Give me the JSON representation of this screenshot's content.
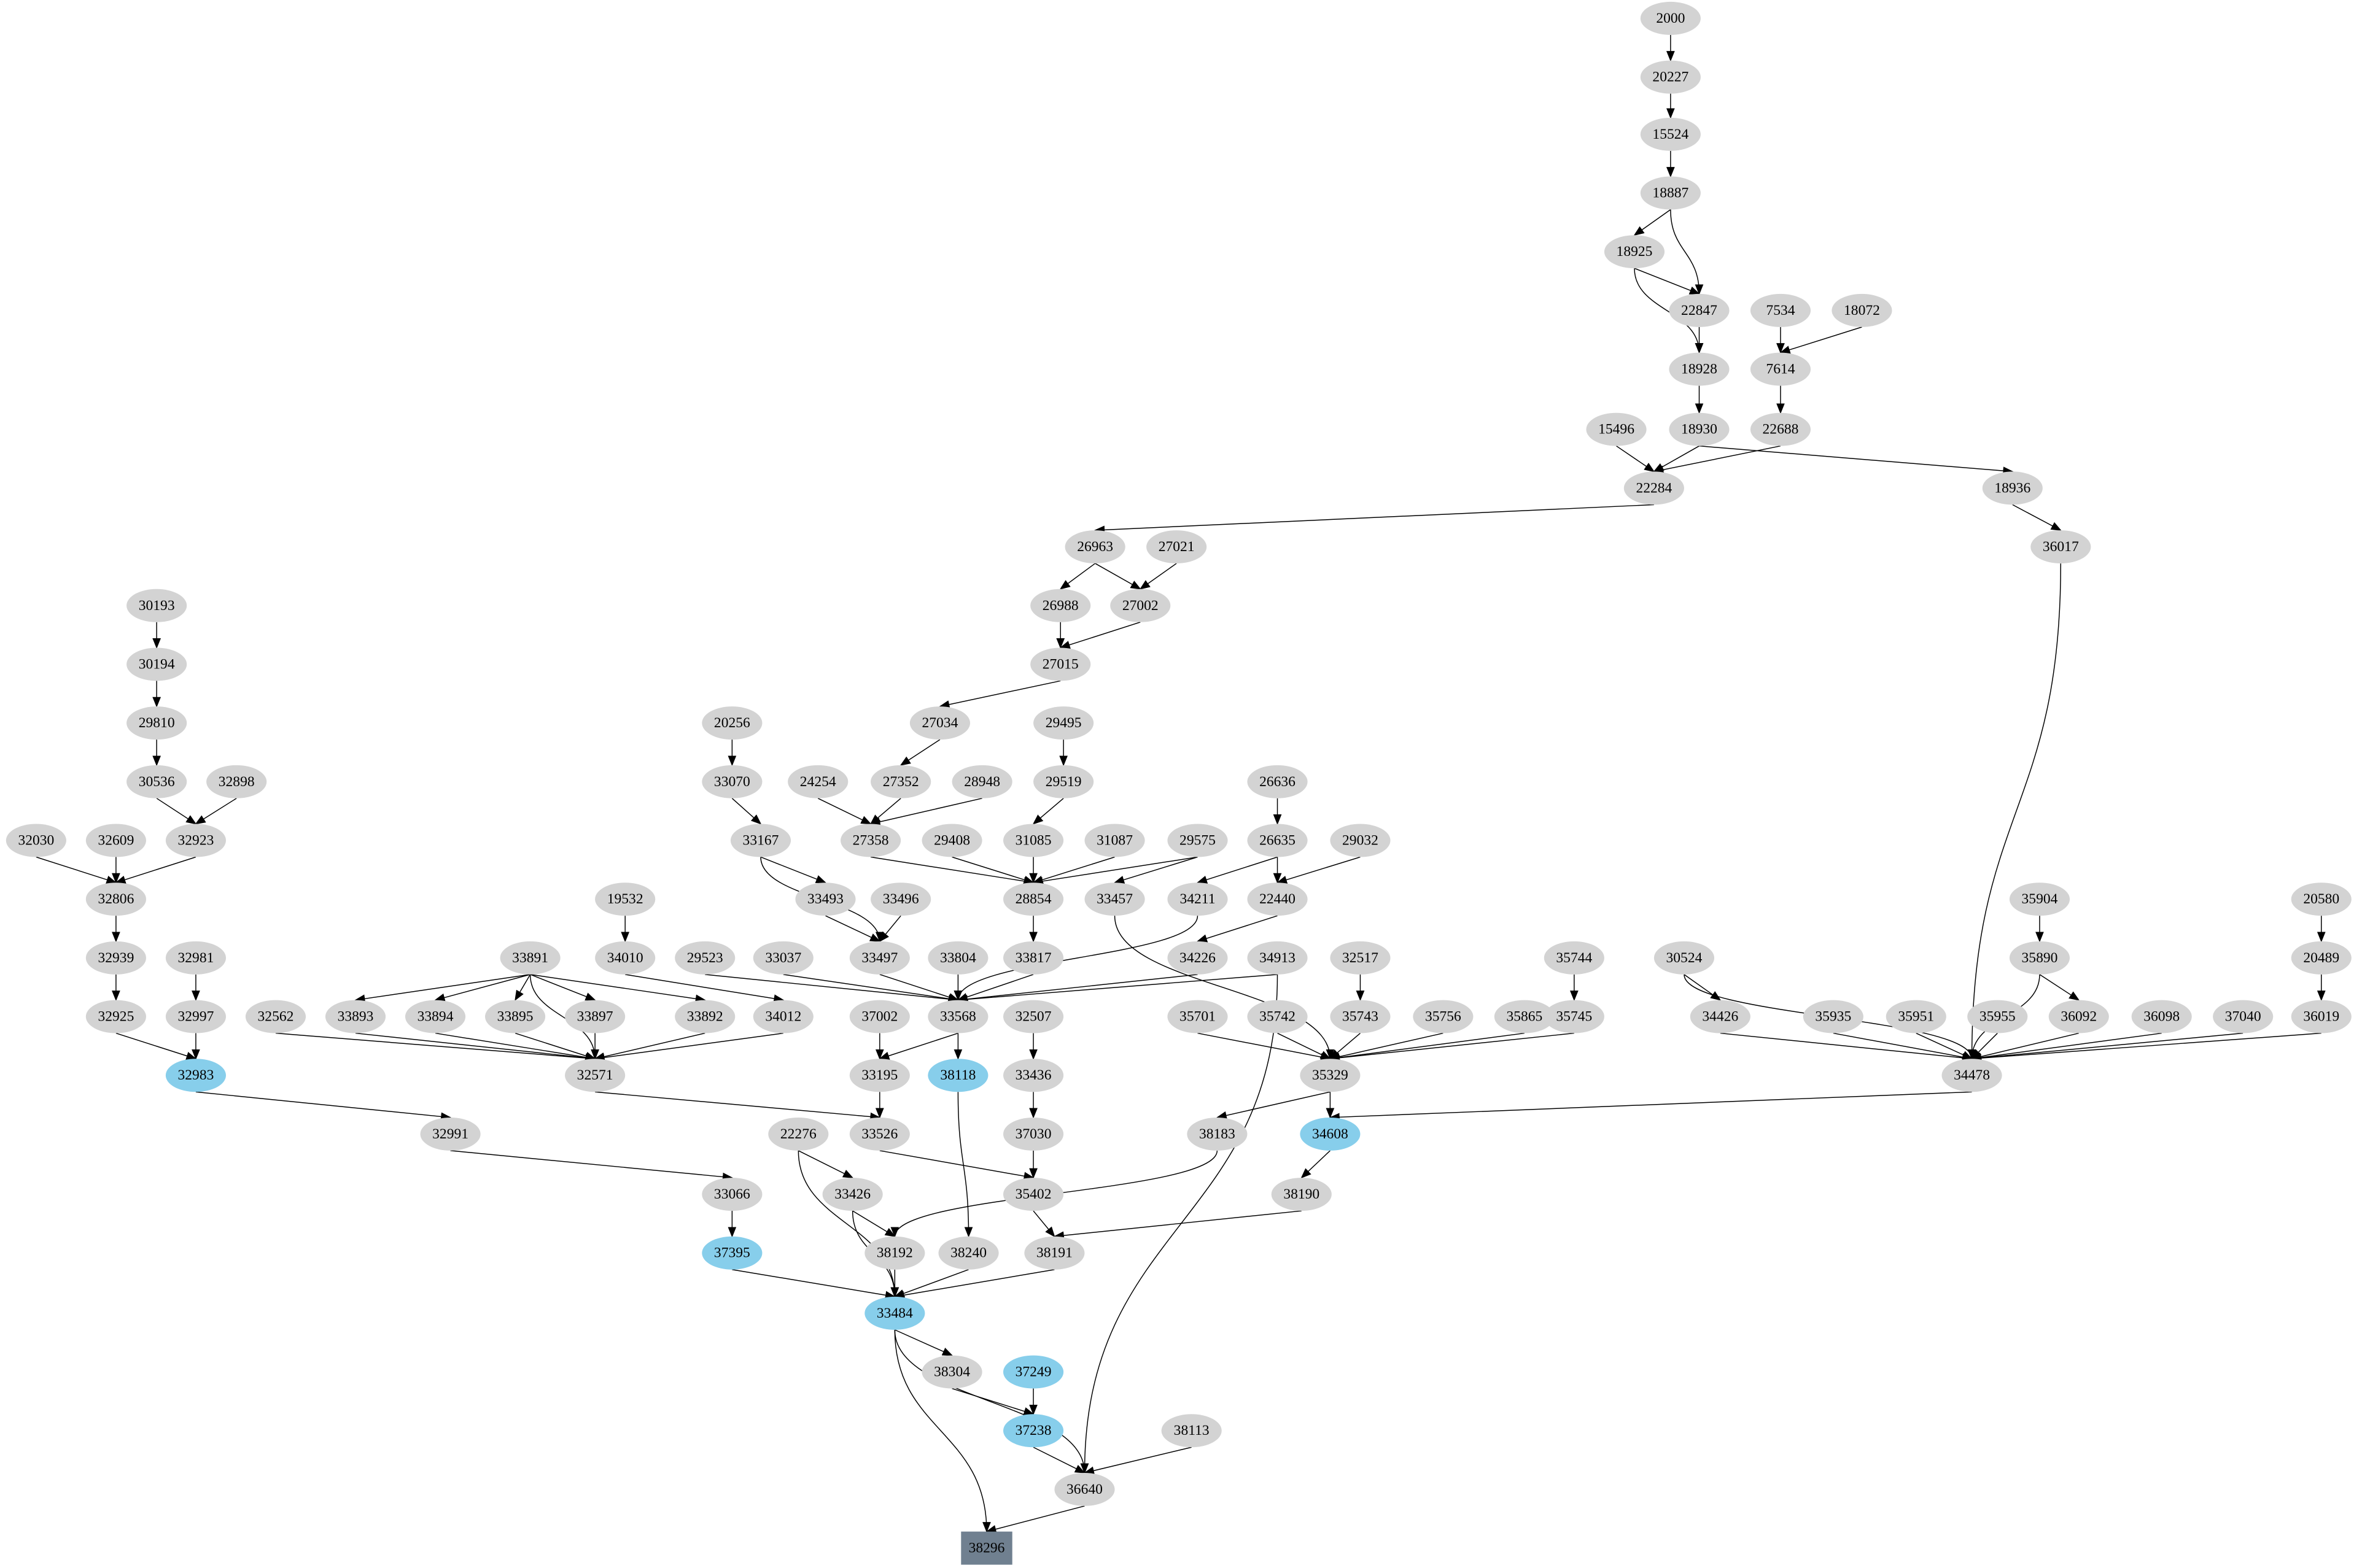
{
  "colors": {
    "default": "#d3d3d3",
    "highlight": "#87ceeb",
    "target": "#708090",
    "edge": "#000000"
  },
  "nodes": [
    {
      "label": "2000"
    },
    {
      "label": "20227"
    },
    {
      "label": "15524"
    },
    {
      "label": "18887"
    },
    {
      "label": "18925"
    },
    {
      "label": "22847"
    },
    {
      "label": "7534"
    },
    {
      "label": "18072"
    },
    {
      "label": "18928"
    },
    {
      "label": "7614"
    },
    {
      "label": "15496"
    },
    {
      "label": "18930"
    },
    {
      "label": "22688"
    },
    {
      "label": "22284"
    },
    {
      "label": "18936"
    },
    {
      "label": "26963"
    },
    {
      "label": "27021"
    },
    {
      "label": "36017"
    },
    {
      "label": "26988"
    },
    {
      "label": "27002"
    },
    {
      "label": "30193"
    },
    {
      "label": "30194"
    },
    {
      "label": "27015"
    },
    {
      "label": "29810"
    },
    {
      "label": "27034"
    },
    {
      "label": "20256"
    },
    {
      "label": "29495"
    },
    {
      "label": "30536"
    },
    {
      "label": "32898"
    },
    {
      "label": "33070"
    },
    {
      "label": "24254"
    },
    {
      "label": "27352"
    },
    {
      "label": "28948"
    },
    {
      "label": "29519"
    },
    {
      "label": "26636"
    },
    {
      "label": "32030"
    },
    {
      "label": "32609"
    },
    {
      "label": "32923"
    },
    {
      "label": "33167"
    },
    {
      "label": "27358"
    },
    {
      "label": "29408"
    },
    {
      "label": "31085"
    },
    {
      "label": "31087"
    },
    {
      "label": "29575"
    },
    {
      "label": "26635"
    },
    {
      "label": "29032"
    },
    {
      "label": "32806"
    },
    {
      "label": "19532"
    },
    {
      "label": "33493"
    },
    {
      "label": "33496"
    },
    {
      "label": "28854"
    },
    {
      "label": "33457"
    },
    {
      "label": "34211"
    },
    {
      "label": "22440"
    },
    {
      "label": "35904"
    },
    {
      "label": "20580"
    },
    {
      "label": "32939"
    },
    {
      "label": "32981"
    },
    {
      "label": "33891"
    },
    {
      "label": "34010"
    },
    {
      "label": "29523"
    },
    {
      "label": "33037"
    },
    {
      "label": "33497"
    },
    {
      "label": "33804"
    },
    {
      "label": "33817"
    },
    {
      "label": "34226"
    },
    {
      "label": "34913"
    },
    {
      "label": "32517"
    },
    {
      "label": "35744"
    },
    {
      "label": "30524"
    },
    {
      "label": "35890"
    },
    {
      "label": "20489"
    },
    {
      "label": "32925"
    },
    {
      "label": "32997"
    },
    {
      "label": "32562"
    },
    {
      "label": "33893"
    },
    {
      "label": "33894"
    },
    {
      "label": "33895"
    },
    {
      "label": "33897"
    },
    {
      "label": "33892"
    },
    {
      "label": "34012"
    },
    {
      "label": "33568"
    },
    {
      "label": "37002"
    },
    {
      "label": "32507"
    },
    {
      "label": "35701"
    },
    {
      "label": "35742"
    },
    {
      "label": "35743"
    },
    {
      "label": "35756"
    },
    {
      "label": "35865"
    },
    {
      "label": "35745"
    },
    {
      "label": "34426"
    },
    {
      "label": "35935"
    },
    {
      "label": "35951"
    },
    {
      "label": "35955"
    },
    {
      "label": "36092"
    },
    {
      "label": "36098"
    },
    {
      "label": "37040"
    },
    {
      "label": "36019"
    },
    {
      "label": "32983",
      "style": "highlight"
    },
    {
      "label": "32571"
    },
    {
      "label": "33195"
    },
    {
      "label": "38118",
      "style": "highlight"
    },
    {
      "label": "33436"
    },
    {
      "label": "35329"
    },
    {
      "label": "34478"
    },
    {
      "label": "32991"
    },
    {
      "label": "22276"
    },
    {
      "label": "33526"
    },
    {
      "label": "37030"
    },
    {
      "label": "38183"
    },
    {
      "label": "34608",
      "style": "highlight"
    },
    {
      "label": "33066"
    },
    {
      "label": "33426"
    },
    {
      "label": "35402"
    },
    {
      "label": "38190"
    },
    {
      "label": "37395",
      "style": "highlight"
    },
    {
      "label": "38192"
    },
    {
      "label": "38240"
    },
    {
      "label": "38191"
    },
    {
      "label": "33484",
      "style": "highlight"
    },
    {
      "label": "38304"
    },
    {
      "label": "37249",
      "style": "highlight"
    },
    {
      "label": "37238",
      "style": "highlight"
    },
    {
      "label": "38113"
    },
    {
      "label": "36640"
    },
    {
      "label": "38296",
      "style": "target"
    }
  ],
  "edges": [
    [
      "2000",
      "20227"
    ],
    [
      "20227",
      "15524"
    ],
    [
      "15524",
      "18887"
    ],
    [
      "18887",
      "18925"
    ],
    [
      "18887",
      "22847"
    ],
    [
      "18925",
      "22847"
    ],
    [
      "18925",
      "18928"
    ],
    [
      "22847",
      "18928"
    ],
    [
      "7534",
      "7614"
    ],
    [
      "18072",
      "7614"
    ],
    [
      "18928",
      "18930"
    ],
    [
      "7614",
      "22688"
    ],
    [
      "15496",
      "22284"
    ],
    [
      "18930",
      "22284"
    ],
    [
      "22688",
      "22284"
    ],
    [
      "18930",
      "18936"
    ],
    [
      "18936",
      "36017"
    ],
    [
      "22284",
      "26963"
    ],
    [
      "26963",
      "26988"
    ],
    [
      "26963",
      "27002"
    ],
    [
      "27021",
      "27002"
    ],
    [
      "26988",
      "27015"
    ],
    [
      "27002",
      "27015"
    ],
    [
      "27015",
      "27034"
    ],
    [
      "27034",
      "27352"
    ],
    [
      "24254",
      "27358"
    ],
    [
      "27352",
      "27358"
    ],
    [
      "28948",
      "27358"
    ],
    [
      "27358",
      "28854"
    ],
    [
      "29408",
      "28854"
    ],
    [
      "31085",
      "28854"
    ],
    [
      "31087",
      "28854"
    ],
    [
      "29575",
      "28854"
    ],
    [
      "29495",
      "29519"
    ],
    [
      "29519",
      "31085"
    ],
    [
      "29575",
      "33457"
    ],
    [
      "26636",
      "26635"
    ],
    [
      "26635",
      "34211"
    ],
    [
      "26635",
      "22440"
    ],
    [
      "29032",
      "22440"
    ],
    [
      "22440",
      "34226"
    ],
    [
      "34211",
      "33568"
    ],
    [
      "33457",
      "35329"
    ],
    [
      "28854",
      "33817"
    ],
    [
      "30193",
      "30194"
    ],
    [
      "30194",
      "29810"
    ],
    [
      "29810",
      "30536"
    ],
    [
      "30536",
      "32923"
    ],
    [
      "32898",
      "32923"
    ],
    [
      "32030",
      "32806"
    ],
    [
      "32609",
      "32806"
    ],
    [
      "32923",
      "32806"
    ],
    [
      "32806",
      "32939"
    ],
    [
      "32939",
      "32925"
    ],
    [
      "32925",
      "32983"
    ],
    [
      "32981",
      "32997"
    ],
    [
      "32997",
      "32983"
    ],
    [
      "32983",
      "32991"
    ],
    [
      "32991",
      "33066"
    ],
    [
      "33066",
      "37395"
    ],
    [
      "37395",
      "33484"
    ],
    [
      "20256",
      "33070"
    ],
    [
      "33070",
      "33167"
    ],
    [
      "33167",
      "33493"
    ],
    [
      "33167",
      "33497"
    ],
    [
      "33493",
      "33497"
    ],
    [
      "33496",
      "33497"
    ],
    [
      "19532",
      "34010"
    ],
    [
      "34010",
      "34012"
    ],
    [
      "33891",
      "33893"
    ],
    [
      "33891",
      "33894"
    ],
    [
      "33891",
      "33895"
    ],
    [
      "33891",
      "33897"
    ],
    [
      "33891",
      "33892"
    ],
    [
      "33891",
      "32571"
    ],
    [
      "32562",
      "32571"
    ],
    [
      "33893",
      "32571"
    ],
    [
      "33894",
      "32571"
    ],
    [
      "33895",
      "32571"
    ],
    [
      "33897",
      "32571"
    ],
    [
      "33892",
      "32571"
    ],
    [
      "34012",
      "32571"
    ],
    [
      "29523",
      "33568"
    ],
    [
      "33037",
      "33568"
    ],
    [
      "33497",
      "33568"
    ],
    [
      "33804",
      "33568"
    ],
    [
      "33817",
      "33568"
    ],
    [
      "34226",
      "33568"
    ],
    [
      "34913",
      "33568"
    ],
    [
      "34913",
      "36640"
    ],
    [
      "33568",
      "33195"
    ],
    [
      "33568",
      "38118"
    ],
    [
      "37002",
      "33195"
    ],
    [
      "33195",
      "33526"
    ],
    [
      "32571",
      "33526"
    ],
    [
      "33526",
      "35402"
    ],
    [
      "32517",
      "35743"
    ],
    [
      "35701",
      "35329"
    ],
    [
      "35742",
      "35329"
    ],
    [
      "35743",
      "35329"
    ],
    [
      "35756",
      "35329"
    ],
    [
      "35865",
      "35329"
    ],
    [
      "35745",
      "35329"
    ],
    [
      "35744",
      "35745"
    ],
    [
      "35329",
      "38183"
    ],
    [
      "35329",
      "34608"
    ],
    [
      "30524",
      "34426"
    ],
    [
      "30524",
      "34478"
    ],
    [
      "34426",
      "34478"
    ],
    [
      "35935",
      "34478"
    ],
    [
      "35951",
      "34478"
    ],
    [
      "35955",
      "34478"
    ],
    [
      "36092",
      "34478"
    ],
    [
      "36098",
      "34478"
    ],
    [
      "37040",
      "34478"
    ],
    [
      "36019",
      "34478"
    ],
    [
      "35904",
      "35890"
    ],
    [
      "35890",
      "36092"
    ],
    [
      "35890",
      "34478"
    ],
    [
      "20580",
      "20489"
    ],
    [
      "20489",
      "36019"
    ],
    [
      "36017",
      "34478"
    ],
    [
      "34478",
      "34608"
    ],
    [
      "34608",
      "38190"
    ],
    [
      "38190",
      "38191"
    ],
    [
      "32507",
      "33436"
    ],
    [
      "33436",
      "37030"
    ],
    [
      "37030",
      "35402"
    ],
    [
      "35402",
      "38191"
    ],
    [
      "38183",
      "38192"
    ],
    [
      "22276",
      "33426"
    ],
    [
      "22276",
      "33484"
    ],
    [
      "33426",
      "38192"
    ],
    [
      "33426",
      "33484"
    ],
    [
      "38118",
      "38240"
    ],
    [
      "38192",
      "33484"
    ],
    [
      "38240",
      "33484"
    ],
    [
      "38191",
      "33484"
    ],
    [
      "33484",
      "38304"
    ],
    [
      "33484",
      "36640"
    ],
    [
      "33484",
      "38296"
    ],
    [
      "38304",
      "37238"
    ],
    [
      "37249",
      "37238"
    ],
    [
      "37238",
      "36640"
    ],
    [
      "38113",
      "36640"
    ],
    [
      "36640",
      "38296"
    ]
  ]
}
